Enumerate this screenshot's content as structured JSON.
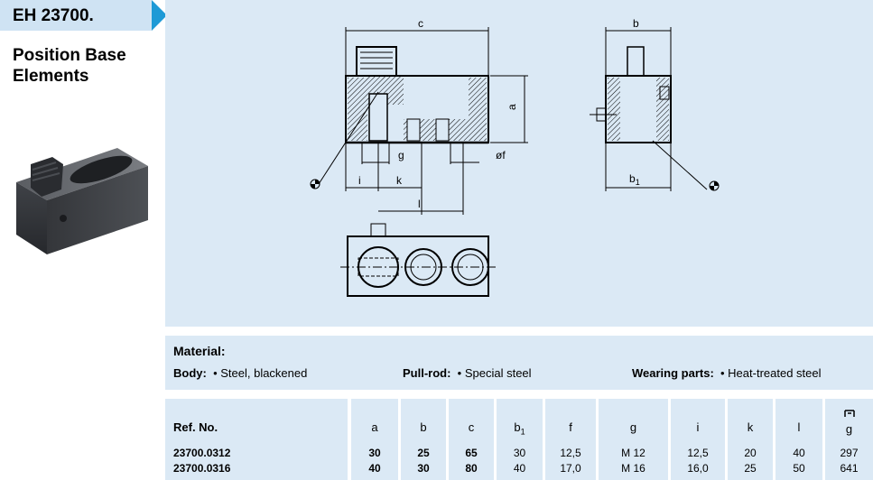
{
  "header": {
    "code": "EH 23700.",
    "title_line1": "Position Base",
    "title_line2": "Elements"
  },
  "colors": {
    "panel": "#dbe9f5",
    "title_tab": "#cfe3f3",
    "arrow": "#1e9ad6"
  },
  "drawing": {
    "labels": {
      "c": "c",
      "a": "a",
      "g": "g",
      "f": "øf",
      "i": "i",
      "k": "k",
      "l": "l",
      "b": "b",
      "b1_main": "b",
      "b1_sub": "1"
    }
  },
  "material": {
    "heading": "Material:",
    "body_label": "Body:",
    "body_value": "Steel, blackened",
    "pullrod_label": "Pull-rod:",
    "pullrod_value": "Special steel",
    "wearing_label": "Wearing parts:",
    "wearing_value": "Heat-treated steel"
  },
  "table": {
    "headers": {
      "ref": "Ref. No.",
      "a": "a",
      "b": "b",
      "c": "c",
      "b1_main": "b",
      "b1_sub": "1",
      "f": "f",
      "g": "g",
      "i": "i",
      "k": "k",
      "l": "l",
      "weight": "g"
    },
    "rows": [
      {
        "ref": "23700.0312",
        "a": "30",
        "b": "25",
        "c": "65",
        "b1": "30",
        "f": "12,5",
        "g": "M 12",
        "i": "12,5",
        "k": "20",
        "l": "40",
        "weight": "297"
      },
      {
        "ref": "23700.0316",
        "a": "40",
        "b": "30",
        "c": "80",
        "b1": "40",
        "f": "17,0",
        "g": "M 16",
        "i": "16,0",
        "k": "25",
        "l": "50",
        "weight": "641"
      }
    ]
  }
}
